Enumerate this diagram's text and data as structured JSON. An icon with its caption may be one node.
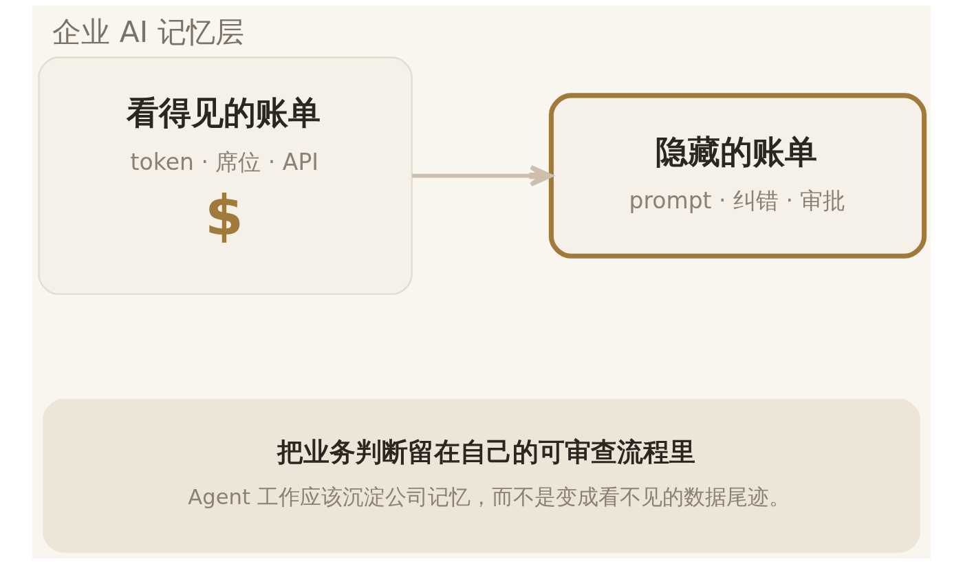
{
  "diagram": {
    "title": "企业 AI 记忆层",
    "nodes": [
      {
        "text": [
          "看得见的账单",
          "token · 席位 · API",
          "$"
        ]
      },
      {
        "text": [
          "隐藏的账单",
          "prompt · 纠错 · 审批"
        ]
      },
      {
        "text": [
          "把业务判断留在自己的可审查流程里",
          "Agent 工作应该沉淀公司记忆，而不是变成看不见的数据尾迹。"
        ]
      }
    ],
    "edges": [
      {
        "from": 0,
        "to": 1,
        "arrow": "to",
        "color": "#cdbfad"
      }
    ]
  }
}
